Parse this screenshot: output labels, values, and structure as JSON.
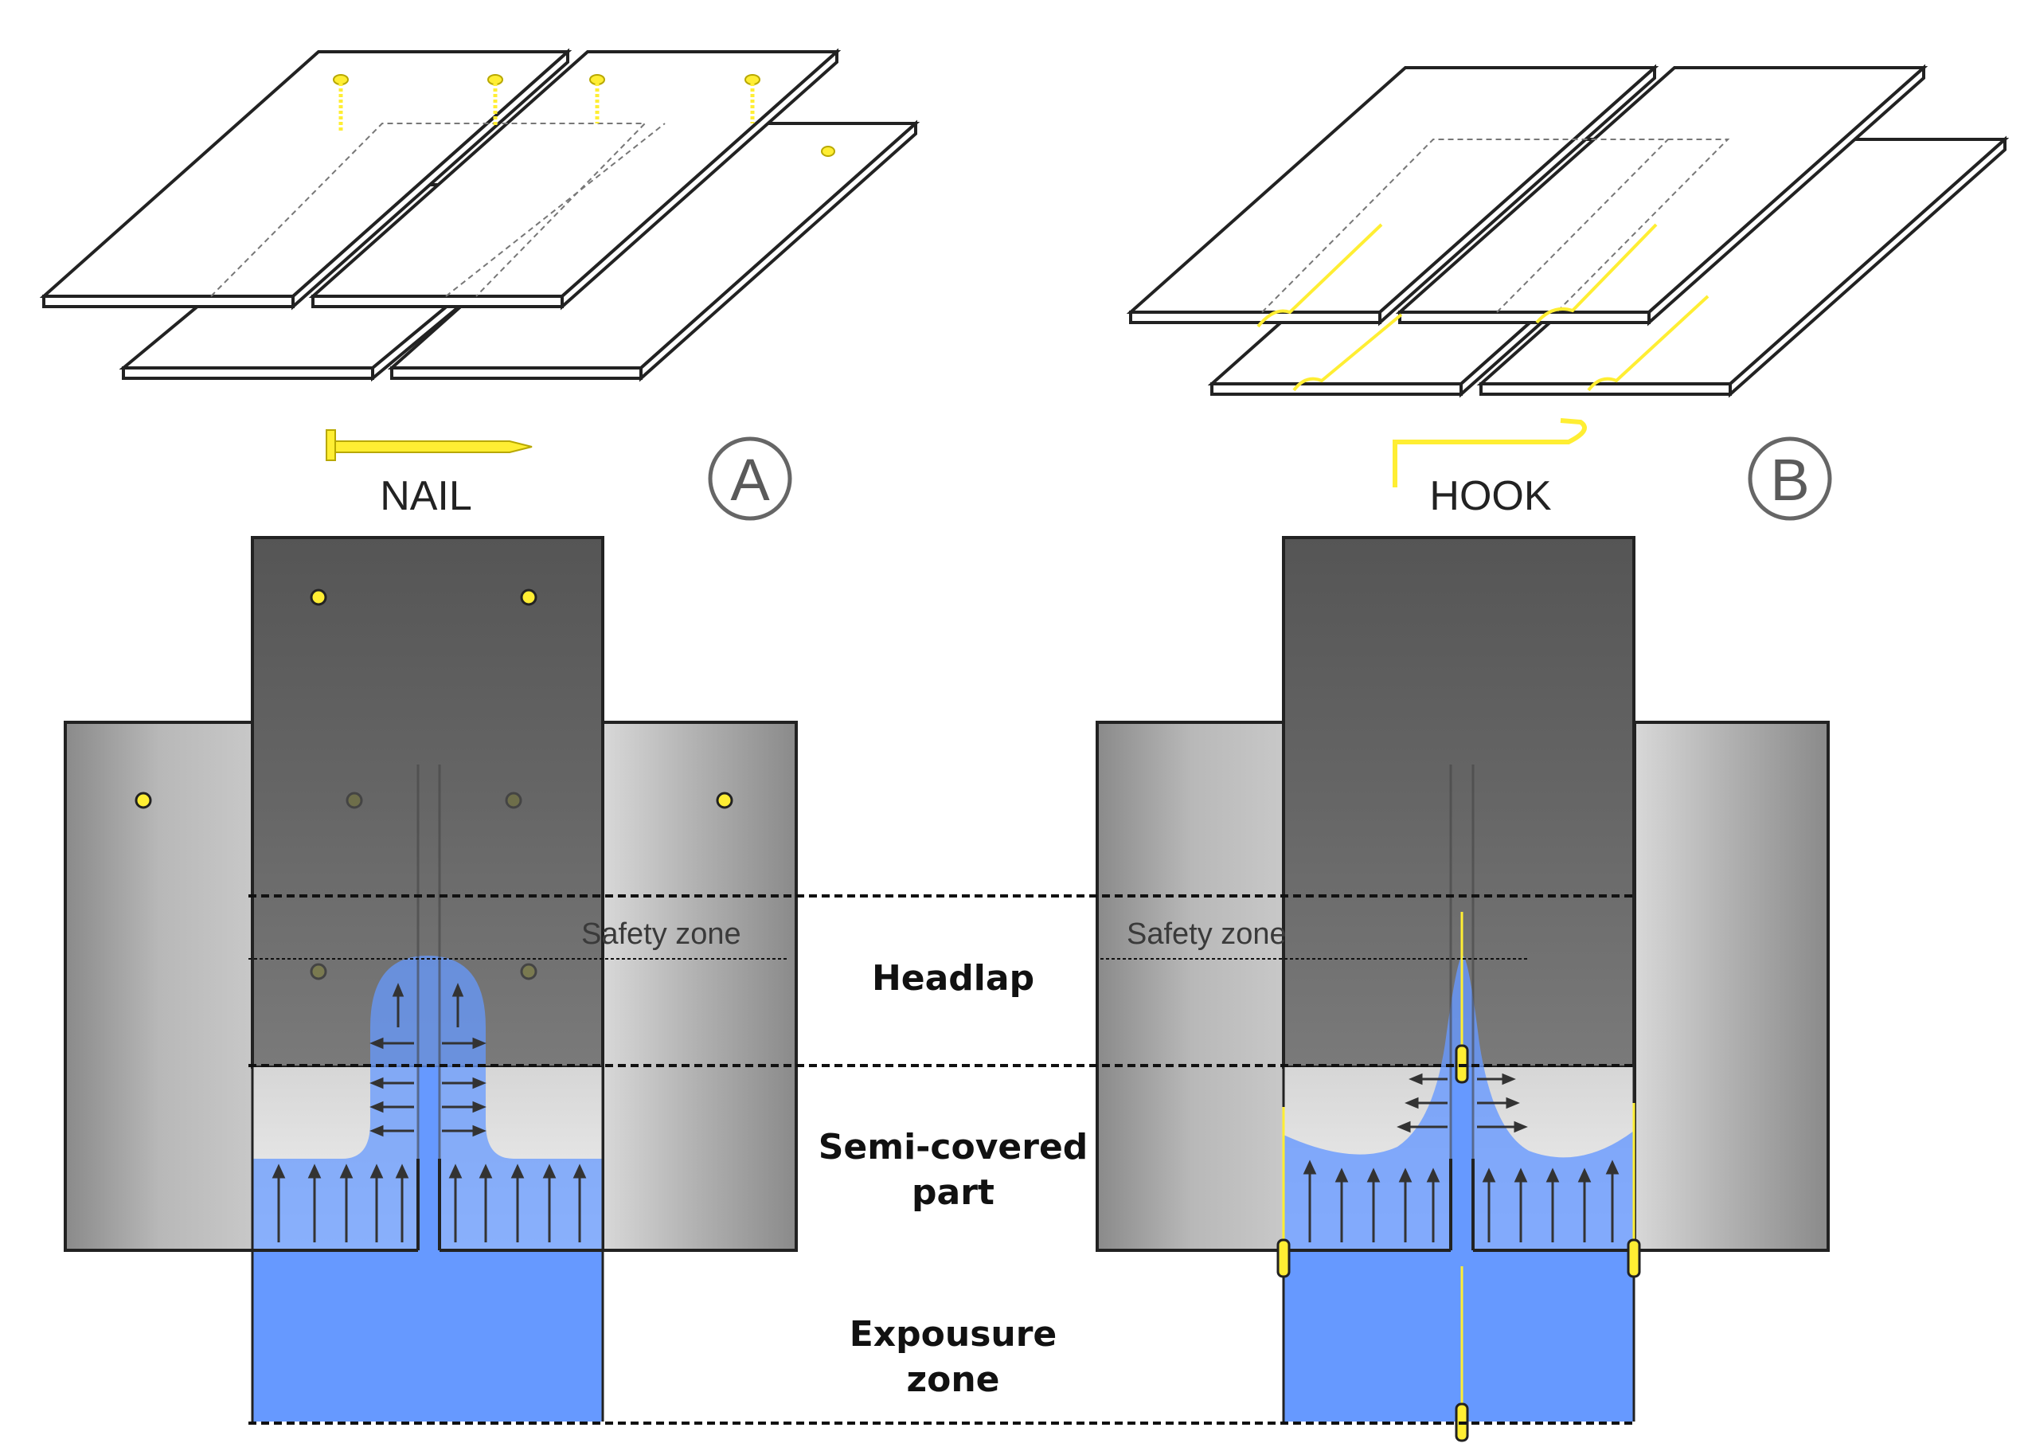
{
  "panel_a": {
    "fastener_label": "NAIL",
    "badge": "A",
    "safety_label": "Safety zone"
  },
  "panel_b": {
    "fastener_label": "HOOK",
    "badge": "B",
    "safety_label": "Safety zone"
  },
  "zones": {
    "headlap": "Headlap",
    "semi_covered_line1": "Semi-covered",
    "semi_covered_line2": "part",
    "exposure_line1": "Expousure",
    "exposure_line2": "zone"
  },
  "colors": {
    "water": "#6699ff",
    "fastener": "#ffee33",
    "slate_dark": "#5e5e5e",
    "slate_light": "#c4c4c4"
  }
}
